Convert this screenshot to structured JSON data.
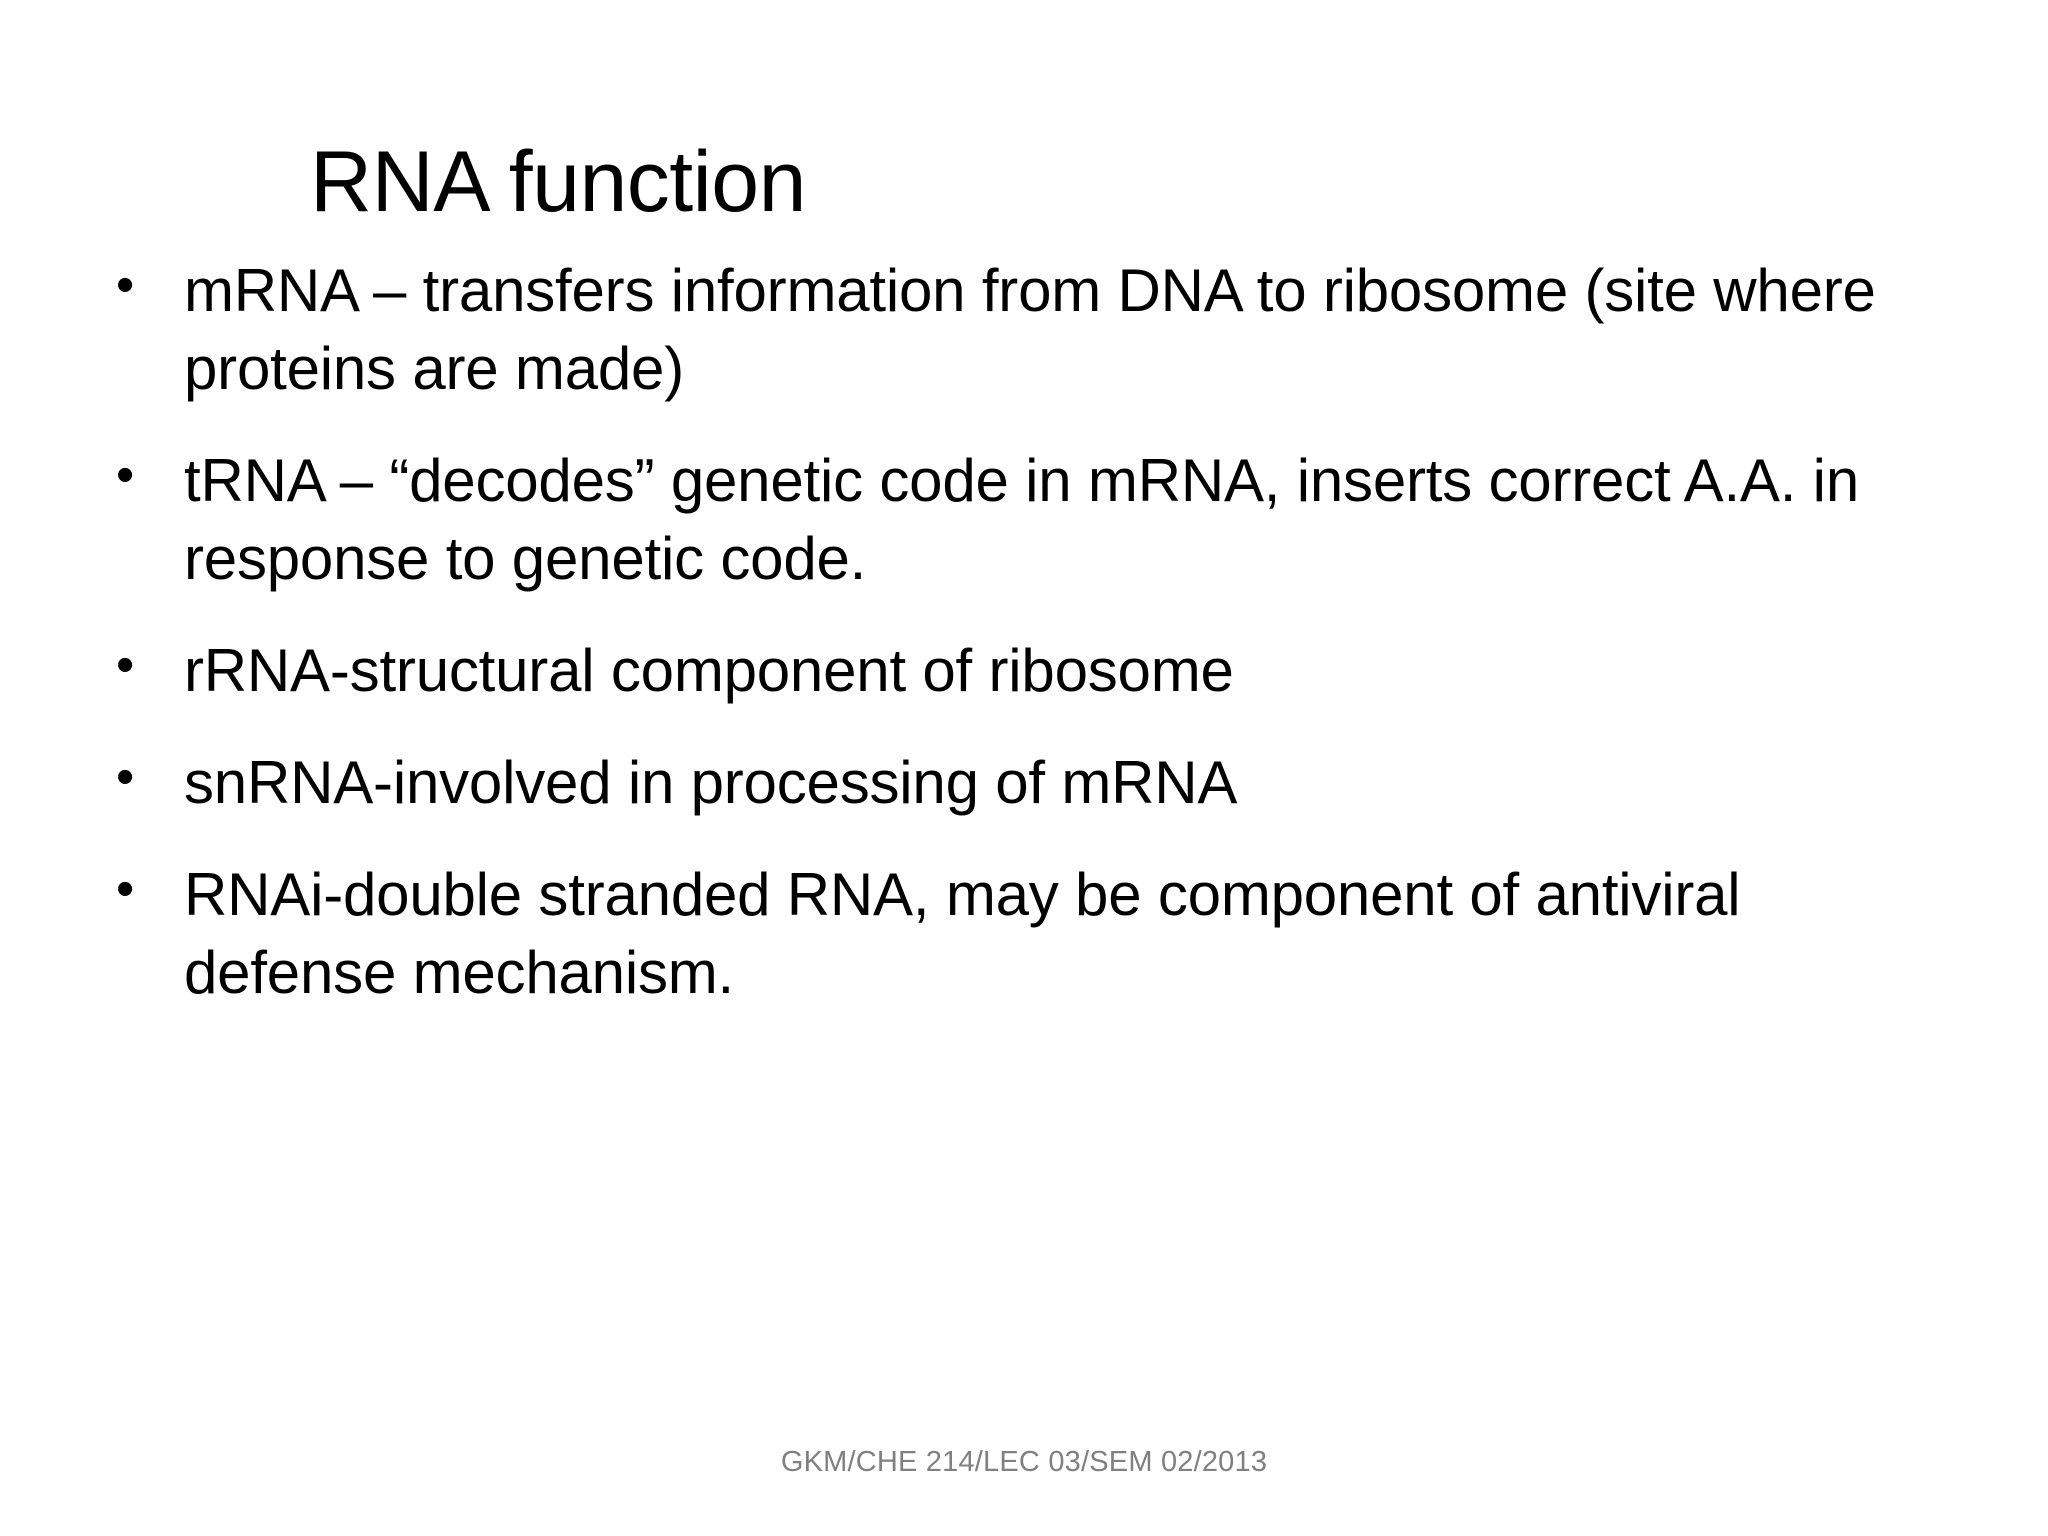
{
  "slide": {
    "title": "RNA function",
    "bullet_marker": "•",
    "bullets": [
      {
        "text": "mRNA – transfers information from DNA to ribosome (site where proteins are made)"
      },
      {
        "text": "tRNA – “decodes” genetic code in mRNA, inserts correct A.A. in response to genetic code."
      },
      {
        "text": "rRNA-structural component of ribosome"
      },
      {
        "text": "snRNA-involved in processing of mRNA"
      },
      {
        "text": "RNAi-double stranded RNA, may be component of antiviral defense mechanism."
      }
    ],
    "footer": "GKM/CHE 214/LEC 03/SEM 02/2013",
    "colors": {
      "background": "#ffffff",
      "text": "#000000",
      "footer_text": "#808080"
    }
  }
}
